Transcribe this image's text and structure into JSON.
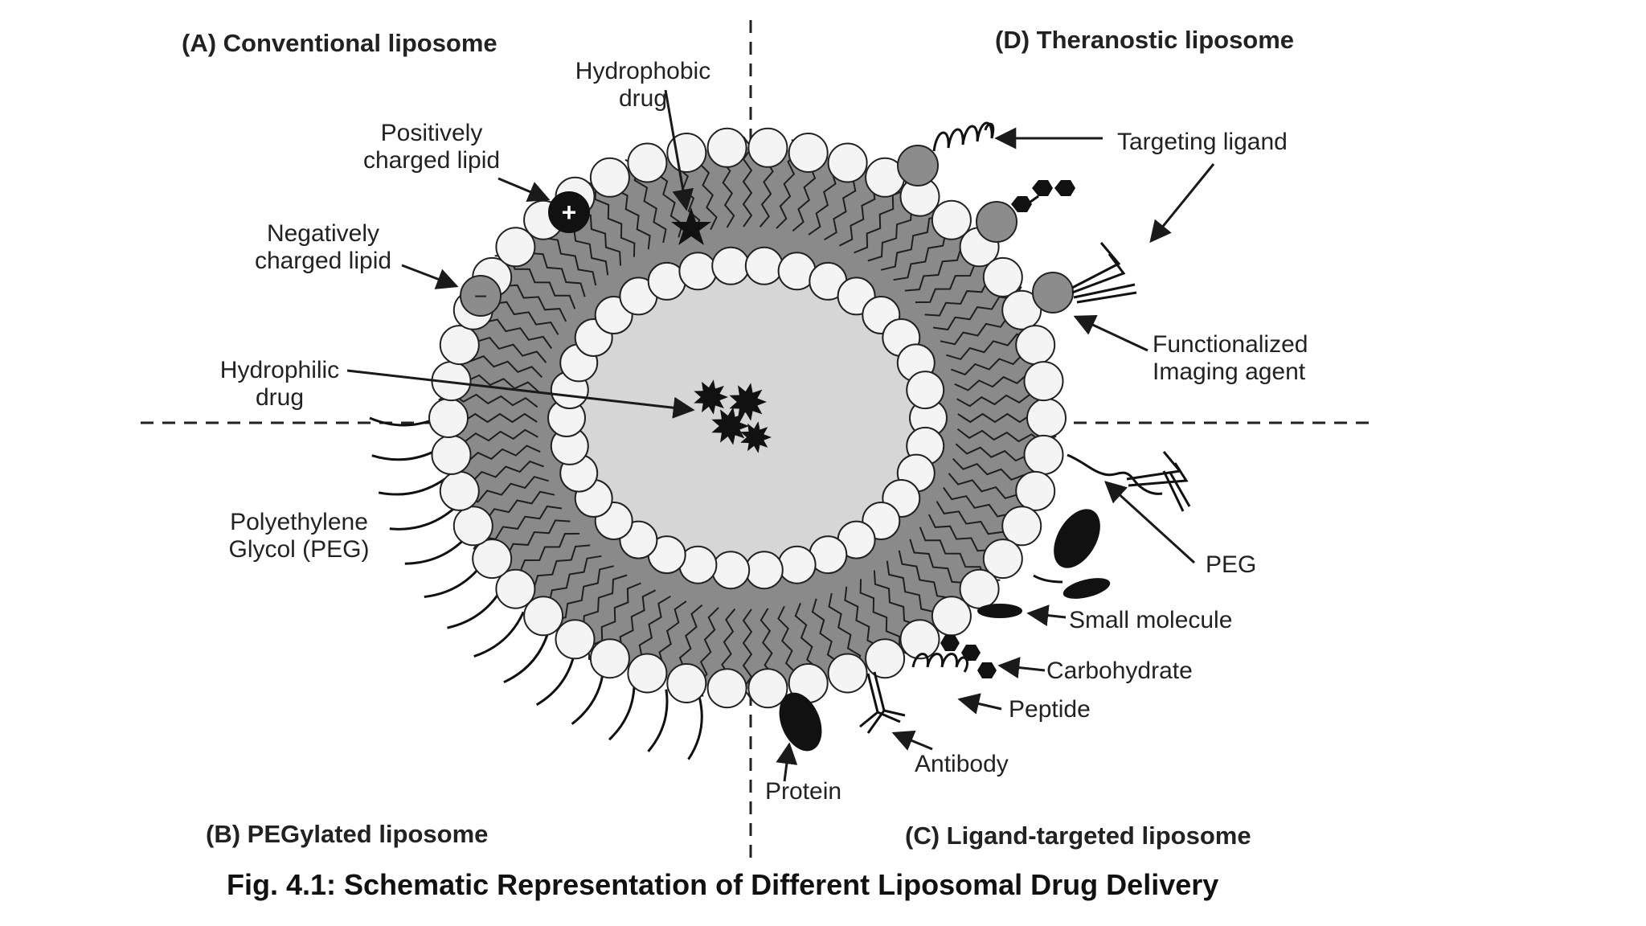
{
  "figure": {
    "caption": "Fig. 4.1: Schematic Representation of Different Liposomal Drug Delivery"
  },
  "quadrants": {
    "a": "(A)  Conventional liposome",
    "b": "(B) PEGylated liposome",
    "c": "(C) Ligand-targeted liposome",
    "d": "(D)  Theranostic liposome"
  },
  "labels": {
    "hydrophobic_drug": [
      "Hydrophobic",
      "drug"
    ],
    "positively_charged_lipid": [
      "Positively",
      "charged lipid"
    ],
    "negatively_charged_lipid": [
      "Negatively",
      "charged lipid"
    ],
    "hydrophilic_drug": [
      "Hydrophilic",
      "drug"
    ],
    "peg_left": [
      "Polyethylene",
      "Glycol (PEG)"
    ],
    "targeting_ligand": "Targeting ligand",
    "functionalized_imaging_agent": [
      "Functionalized",
      "Imaging agent"
    ],
    "peg_right": "PEG",
    "small_molecule": "Small molecule",
    "carbohydrate": "Carbohydrate",
    "peptide": "Peptide",
    "antibody": "Antibody",
    "protein": "Protein",
    "plus_sign": "+",
    "minus_sign": "−"
  },
  "colors": {
    "bilayer": "#8a8a8a",
    "core": "#d6d6d6",
    "head": "#f4f4f4",
    "charged_head": "#8c8c8c",
    "ink": "#1a1a1a"
  }
}
